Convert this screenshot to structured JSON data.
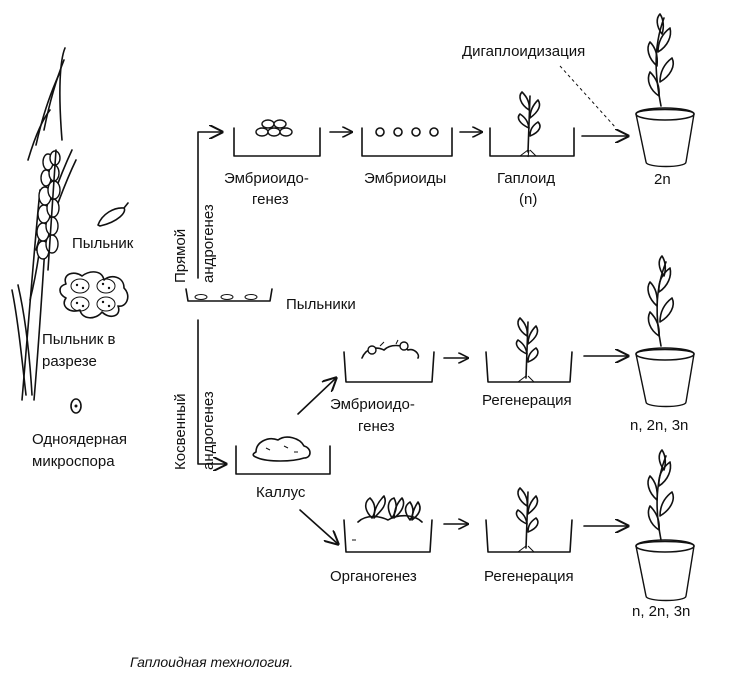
{
  "labels": {
    "anther": "Пыльник",
    "anther_section_1": "Пыльник в",
    "anther_section_2": "разрезе",
    "microspore_1": "Одноядерная",
    "microspore_2": "микроспора",
    "direct_1": "Прямой",
    "direct_2": "андрогенез",
    "indirect_1": "Косвенный",
    "indirect_2": "андрогенез",
    "anthers": "Пыльники",
    "embryoidogenesis_1a": "Эмбриоидо-",
    "embryoidogenesis_1b": "генез",
    "embryoids": "Эмбриоиды",
    "haploid_1": "Гаплоид",
    "haploid_2": "(n)",
    "diploidization": "Дигаплоидизация",
    "ploidy_top": "2n",
    "embryoidogenesis_2a": "Эмбриоидо-",
    "embryoidogenesis_2b": "генез",
    "regeneration_1": "Регенерация",
    "ploidy_mid": "n, 2n, 3n",
    "callus": "Каллус",
    "organogenesis": "Органогенез",
    "regeneration_2": "Регенерация",
    "ploidy_bottom": "n, 2n, 3n"
  },
  "caption": "Гаплоидная технология."
}
